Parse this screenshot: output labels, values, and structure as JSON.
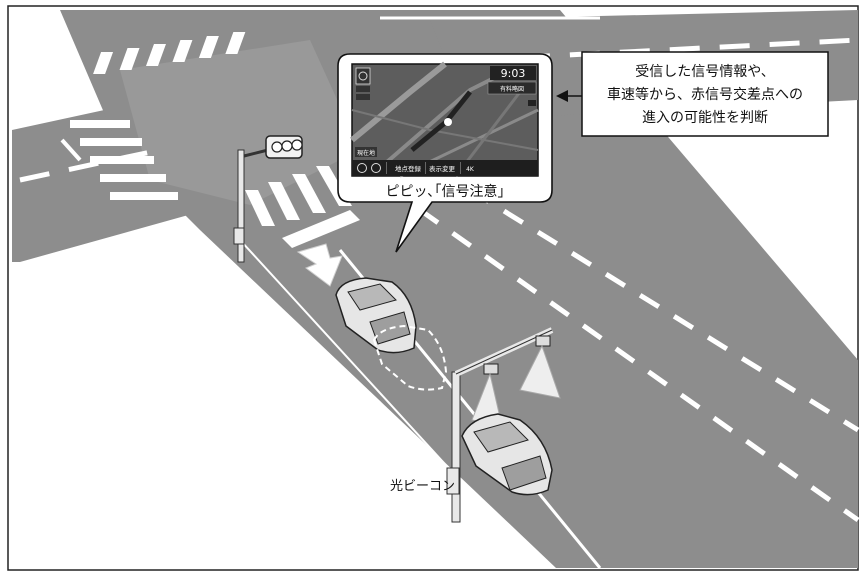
{
  "screen": {
    "time": "9:03",
    "route_button": "有料略図",
    "location_label": "現在地",
    "bottom_bar": [
      "地点登録",
      "表示変更",
      "4K"
    ]
  },
  "bubble_caption": "ピピッ､｢信号注意｣",
  "callout": {
    "lines": [
      "受信した信号情報や、",
      "車速等から、赤信号交差点への",
      "進入の可能性を判断"
    ]
  },
  "beacon_label": "光ビーコン",
  "colors": {
    "road": "#8f8f8f",
    "road_dark": "#7c7c7c",
    "background": "#ffffff",
    "outline": "#1f1f1f",
    "screen": "#5d5d5d"
  },
  "icons": [
    "traffic-light-icon",
    "optical-beacon-icon",
    "direction-arrow-icon",
    "car-icon"
  ]
}
